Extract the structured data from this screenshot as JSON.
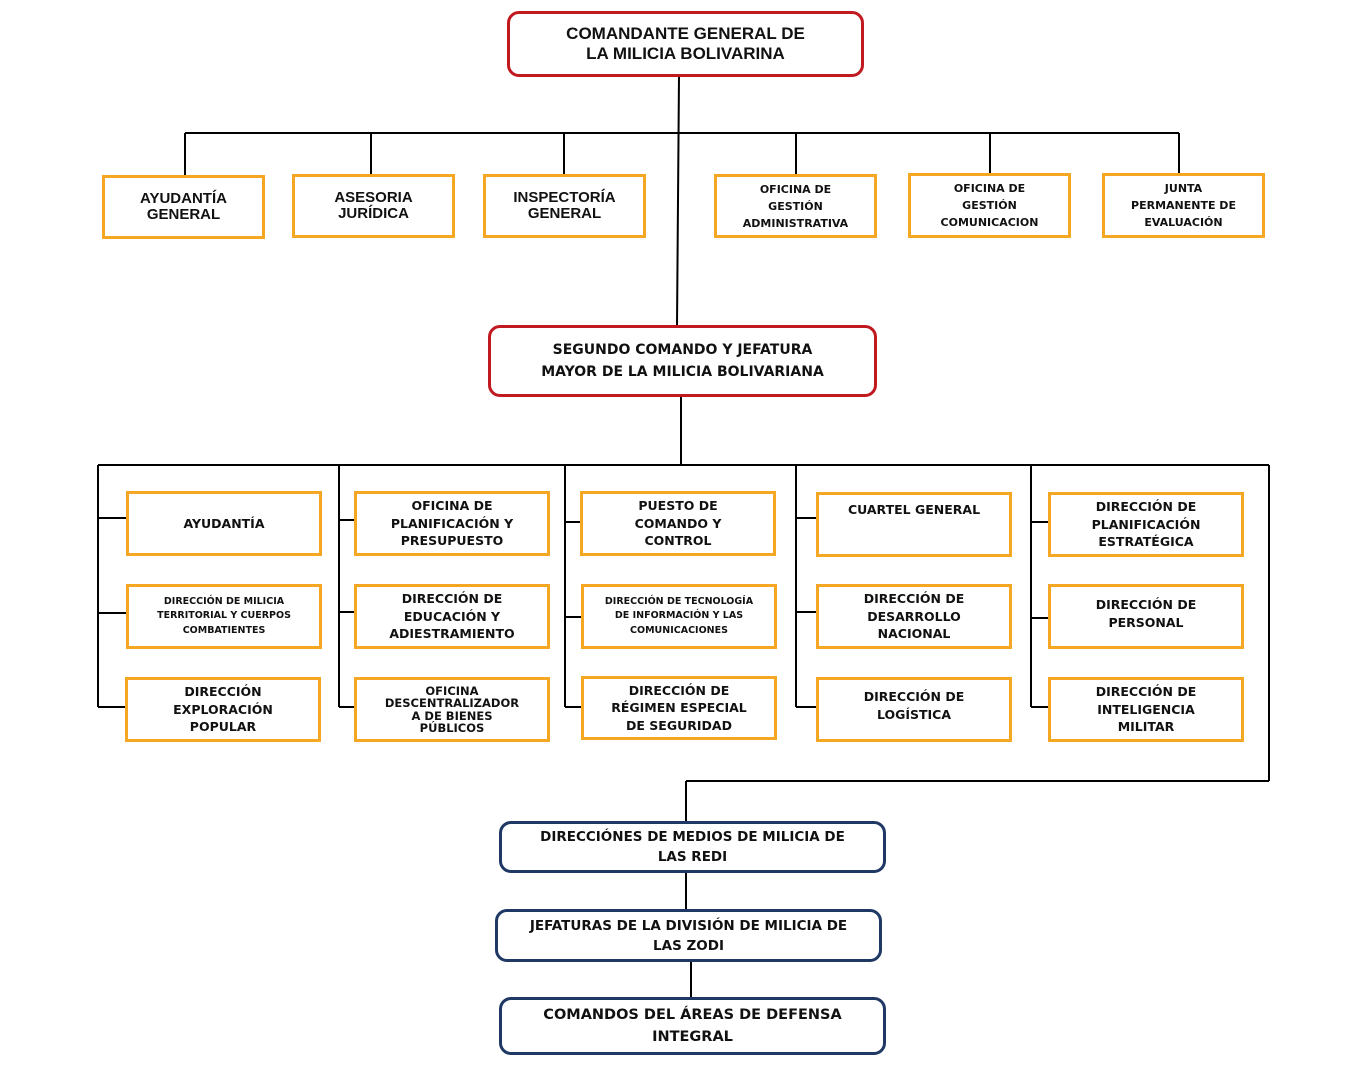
{
  "commander": {
    "label": "COMANDANTE GENERAL DE\nLA MILICIA BOLIVARINA"
  },
  "staff": [
    {
      "label": "AYUDANTÍA\nGENERAL"
    },
    {
      "label": "ASESORIA\nJURÍDICA"
    },
    {
      "label": "INSPECTORÍA\nGENERAL"
    },
    {
      "label": "OFICINA DE\nGESTIÓN\nADMINISTRATIVA"
    },
    {
      "label": "OFICINA DE\nGESTIÓN\nCOMUNICACION"
    },
    {
      "label": "JUNTA\nPERMANENTE DE\nEVALUACIÓN"
    }
  ],
  "second_command": {
    "label": "SEGUNDO COMANDO Y JEFATURA\nMAYOR DE LA MILICIA BOLIVARIANA"
  },
  "directorates": [
    [
      {
        "label": "AYUDANTÍA"
      },
      {
        "label": "DIRECCIÓN DE MILICIA\nTERRITORIAL Y CUERPOS\nCOMBATIENTES"
      },
      {
        "label": "DIRECCIÓN\nEXPLORACIÓN\nPOPULAR"
      }
    ],
    [
      {
        "label": "OFICINA DE\nPLANIFICACIÓN Y\nPRESUPUESTO"
      },
      {
        "label": "DIRECCIÓN DE\nEDUCACIÓN Y\nADIESTRAMIENTO"
      },
      {
        "label": "OFICINA\nDESCENTRALIZADOR\nA DE BIENES\nPÚBLICOS"
      }
    ],
    [
      {
        "label": "PUESTO DE\nCOMANDO Y\nCONTROL"
      },
      {
        "label": "DIRECCIÓN DE TECNOLOGÍA\nDE INFORMACIÓN Y LAS\nCOMUNICACIONES"
      },
      {
        "label": "DIRECCIÓN DE\nRÉGIMEN ESPECIAL\nDE SEGURIDAD"
      }
    ],
    [
      {
        "label": "CUARTEL GENERAL"
      },
      {
        "label": "DIRECCIÓN DE\nDESARROLLO\nNACIONAL"
      },
      {
        "label": "DIRECCIÓN DE\nLOGÍSTICA"
      }
    ],
    [
      {
        "label": "DIRECCIÓN DE\nPLANIFICACIÓN\nESTRATÉGICA"
      },
      {
        "label": "DIRECCIÓN DE\nPERSONAL"
      },
      {
        "label": "DIRECCIÓN DE\nINTELIGENCIA\nMILITAR"
      }
    ]
  ],
  "chain": [
    {
      "label": "DIRECCIÓNES DE MEDIOS DE MILICIA DE\nLAS REDI"
    },
    {
      "label": "JEFATURAS DE LA DIVISIÓN DE MILICIA DE\nLAS ZODI"
    },
    {
      "label": "COMANDOS DEL ÁREAS DE DEFENSA\nINTEGRAL"
    }
  ],
  "colors": {
    "red": "#c0191f",
    "orange": "#f5a623",
    "navy": "#1f3864",
    "line": "#000000"
  }
}
